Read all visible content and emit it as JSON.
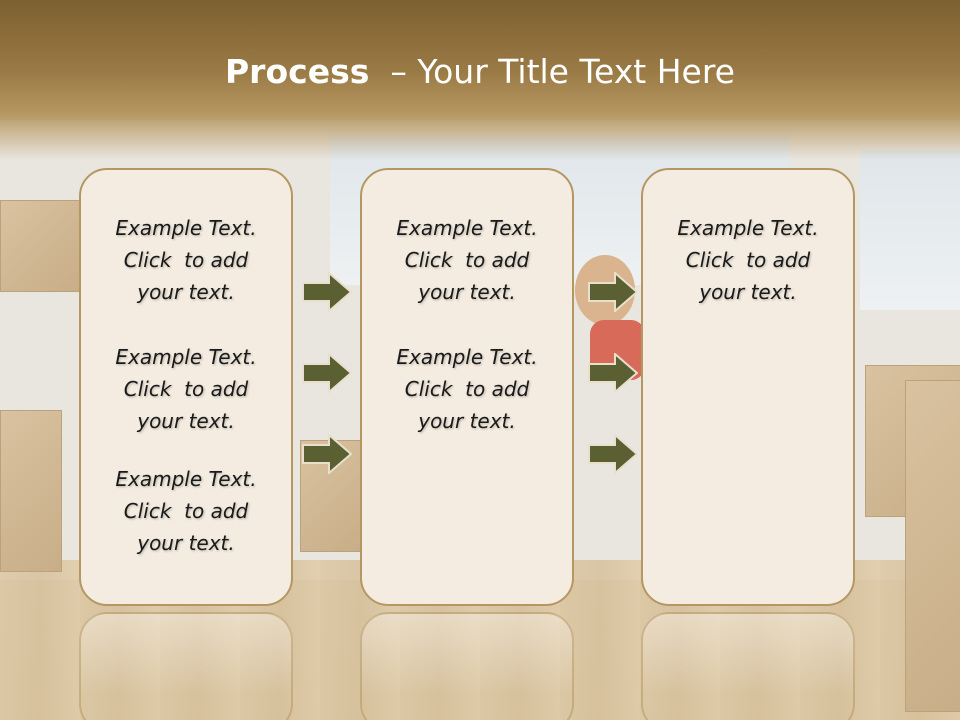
{
  "slide": {
    "title_bold": "Process",
    "title_rest": "  – Your Title Text Here"
  },
  "columns": [
    {
      "items": [
        {
          "line1": "Example Text.",
          "line2": "Click  to add",
          "line3": "your text."
        },
        {
          "line1": "Example Text.",
          "line2": "Click  to add",
          "line3": "your text."
        },
        {
          "line1": "Example Text.",
          "line2": "Click  to add",
          "line3": "your text."
        }
      ]
    },
    {
      "items": [
        {
          "line1": "Example Text.",
          "line2": "Click  to add",
          "line3": "your text."
        },
        {
          "line1": "Example Text.",
          "line2": "Click  to add",
          "line3": "your text."
        }
      ]
    },
    {
      "items": [
        {
          "line1": "Example Text.",
          "line2": "Click  to add",
          "line3": "your text."
        }
      ]
    }
  ],
  "colors": {
    "arrow_fill": "#5a6032",
    "panel_fill": "#f4ece0",
    "panel_border": "#b49762"
  }
}
